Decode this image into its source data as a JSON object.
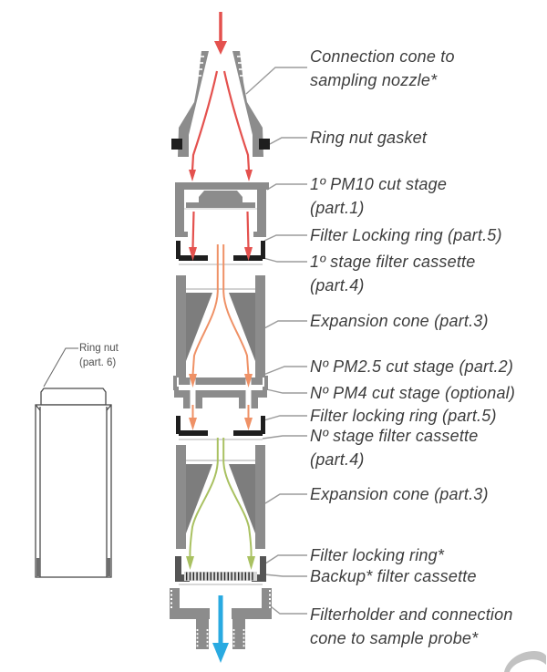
{
  "diagram": {
    "labels": [
      {
        "text": "Connection cone to\nsampling nozzle*"
      },
      {
        "text": "Ring nut gasket"
      },
      {
        "text": "1º PM10 cut stage\n(part.1)"
      },
      {
        "text": "Filter Locking ring (part.5)"
      },
      {
        "text": "1º stage filter cassette\n(part.4)"
      },
      {
        "text": "Expansion cone (part.3)"
      },
      {
        "text": "Nº PM2.5 cut stage (part.2)"
      },
      {
        "text": "Nº PM4 cut stage (optional)"
      },
      {
        "text": "Filter locking ring (part.5)"
      },
      {
        "text": "Nº stage filter cassette\n(part.4)"
      },
      {
        "text": "Expansion cone (part.3)"
      },
      {
        "text": "Filter locking ring*"
      },
      {
        "text": "Backup* filter cassette"
      },
      {
        "text": "Filterholder and connection\ncone to sample probe*"
      }
    ],
    "side_label": {
      "text": "Ring nut\n(part. 6)"
    }
  },
  "colors": {
    "flow_red": "#e4514e",
    "flow_orange": "#ef9166",
    "flow_green": "#a9c161",
    "outlet_blue": "#29aae1",
    "body_gray": "#8c8c8c",
    "body_gray_dark": "#7d7d7d",
    "dark_parts": "#1e1e1e",
    "bracket_gray": "#555555",
    "leader_line": "#9b9b9b",
    "outline_gray": "#4b4b4b",
    "label_text": "#3d3d3d",
    "swoosh_gray": "#c2c2c2"
  },
  "icons": {
    "inlet_arrow": "down-arrow",
    "outlet_arrow": "down-arrow"
  }
}
